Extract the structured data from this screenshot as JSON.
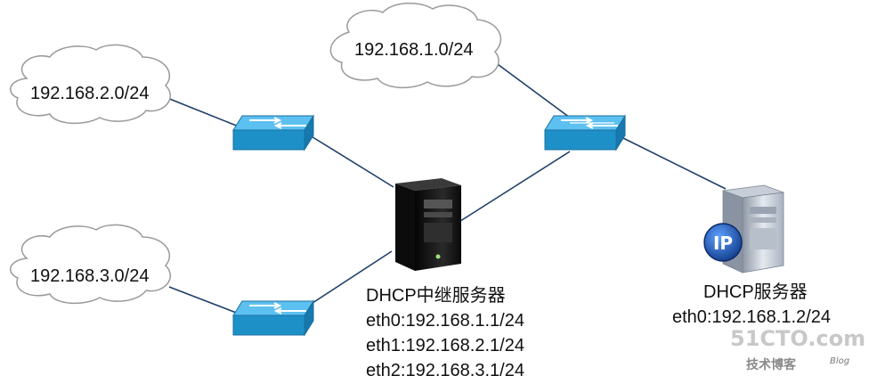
{
  "networks": [
    {
      "id": "net1",
      "label": "192.168.1.0/24"
    },
    {
      "id": "net2",
      "label": "192.168.2.0/24"
    },
    {
      "id": "net3",
      "label": "192.168.3.0/24"
    }
  ],
  "relay": {
    "title": "DHCP中继服务器",
    "interfaces": [
      "eth0:192.168.1.1/24",
      "eth1:192.168.2.1/24",
      "eth2:192.168.3.1/24"
    ]
  },
  "server": {
    "title": "DHCP服务器",
    "interfaces": [
      "eth0:192.168.1.2/24"
    ],
    "badge": "IP"
  },
  "watermark": {
    "site": "51CTO.com",
    "subtitle": "技术博客",
    "blog": "Blog"
  },
  "colors": {
    "line": "#1f3f6a",
    "cloud_stroke": "#9a9a9a",
    "switch_top": "#5cc0f0",
    "switch_side": "#1e90c8",
    "server_dark": "#1a1a1a",
    "badge_blue": "#1b5fb0"
  }
}
